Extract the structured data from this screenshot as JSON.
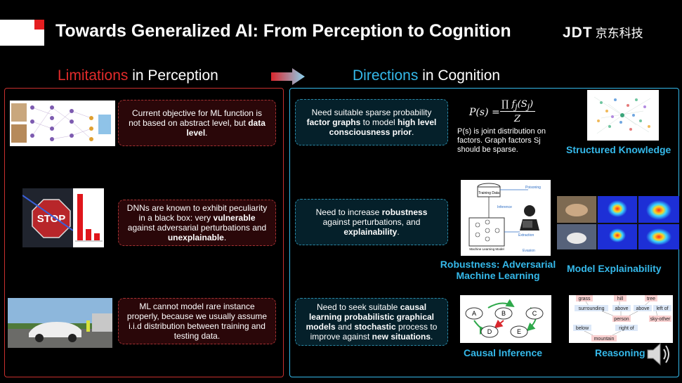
{
  "header": {
    "title": "Towards Generalized AI: From Perception to Cognition",
    "brand_en": "JDT",
    "brand_cn": "京东科技"
  },
  "left": {
    "heading_accent": "Limitations",
    "heading_rest": " in Perception",
    "cards": [
      {
        "pre": "Current objective for ML function is not based on abstract level, but ",
        "bold": "data level",
        "post": "."
      },
      {
        "pre1": "DNNs are known to exhibit peculiarity in a black box: very ",
        "bold1": "vulnerable",
        "mid": " against adversarial perturbations and ",
        "bold2": "unexplainable",
        "post": "."
      },
      {
        "text": "ML cannot model rare instance properly, because we usually assume i.i.d distribution between training and testing data."
      }
    ],
    "stop_sign_text": "STOP"
  },
  "right": {
    "heading_accent": "Directions",
    "heading_rest": " in Cognition",
    "cards": [
      {
        "pre": "Need suitable sparse probability ",
        "bold1": "factor graphs",
        "mid": " to model ",
        "bold2": "high level consciousness prior",
        "post": "."
      },
      {
        "pre": "Need to increase ",
        "bold1": "robustness",
        "mid": " against perturbations, and ",
        "bold2": "explainability",
        "post": "."
      },
      {
        "pre": "Need to seek suitable ",
        "bold1": "causal learning probabilistic graphical models",
        "mid": " and ",
        "bold2": "stochastic",
        "mid2": " process to improve against ",
        "bold3": "new situations",
        "post": "."
      }
    ],
    "formula_note": "P(s) is joint distribution on factors. Graph factors Sj should be sparse.",
    "captions": {
      "structured_knowledge": "Structured Knowledge",
      "robustness_line1": "Robustness: Adversarial",
      "robustness_line2": "Machine Learning",
      "model_explainability": "Model Explainability",
      "causal_inference": "Causal Inference",
      "reasoning": "Reasoning"
    },
    "adv_diagram": {
      "training_data": "Training Data",
      "poisoning": "Poisoning",
      "inference": "Inference",
      "extraction": "Extraction",
      "evasion": "Evasion",
      "model": "Machine Learning Model"
    },
    "causal_nodes": [
      "A",
      "B",
      "C",
      "D",
      "E"
    ],
    "reasoning_words": [
      "grass",
      "hill",
      "tree",
      "surrounding",
      "above",
      "above",
      "left of",
      "person",
      "sky-other",
      "below",
      "right of",
      "mountain"
    ]
  },
  "colors": {
    "red_accent": "#e32b2b",
    "blue_accent": "#35b9ea"
  }
}
